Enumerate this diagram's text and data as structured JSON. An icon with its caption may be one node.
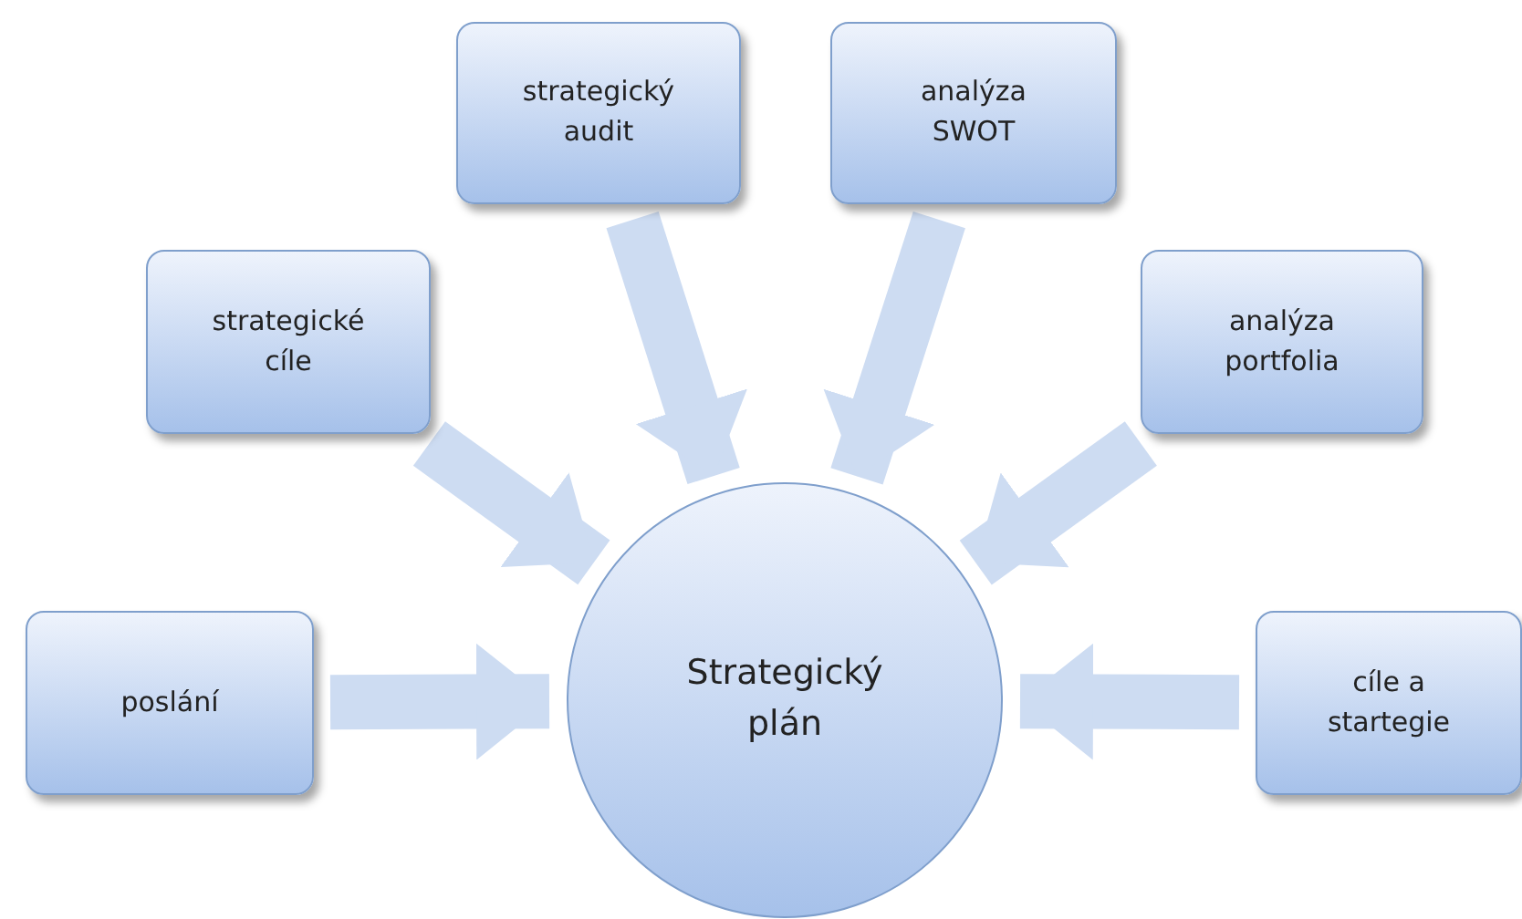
{
  "diagram": {
    "nodes": [
      {
        "text": [
          "poslání"
        ]
      },
      {
        "text": [
          "strategické cíle"
        ]
      },
      {
        "text": [
          "strategický audit"
        ]
      },
      {
        "text": [
          "analýza SWOT"
        ]
      },
      {
        "text": [
          "analýza portfolia"
        ]
      },
      {
        "text": [
          "cíle a startegie"
        ]
      },
      {
        "text": [
          "Strategický plán"
        ]
      }
    ],
    "edges": [
      {
        "from": 0,
        "to": 6,
        "arrow": "to"
      },
      {
        "from": 1,
        "to": 6,
        "arrow": "to"
      },
      {
        "from": 2,
        "to": 6,
        "arrow": "to"
      },
      {
        "from": 3,
        "to": 6,
        "arrow": "to"
      },
      {
        "from": 4,
        "to": 6,
        "arrow": "to"
      },
      {
        "from": 5,
        "to": 6,
        "arrow": "to"
      }
    ]
  }
}
